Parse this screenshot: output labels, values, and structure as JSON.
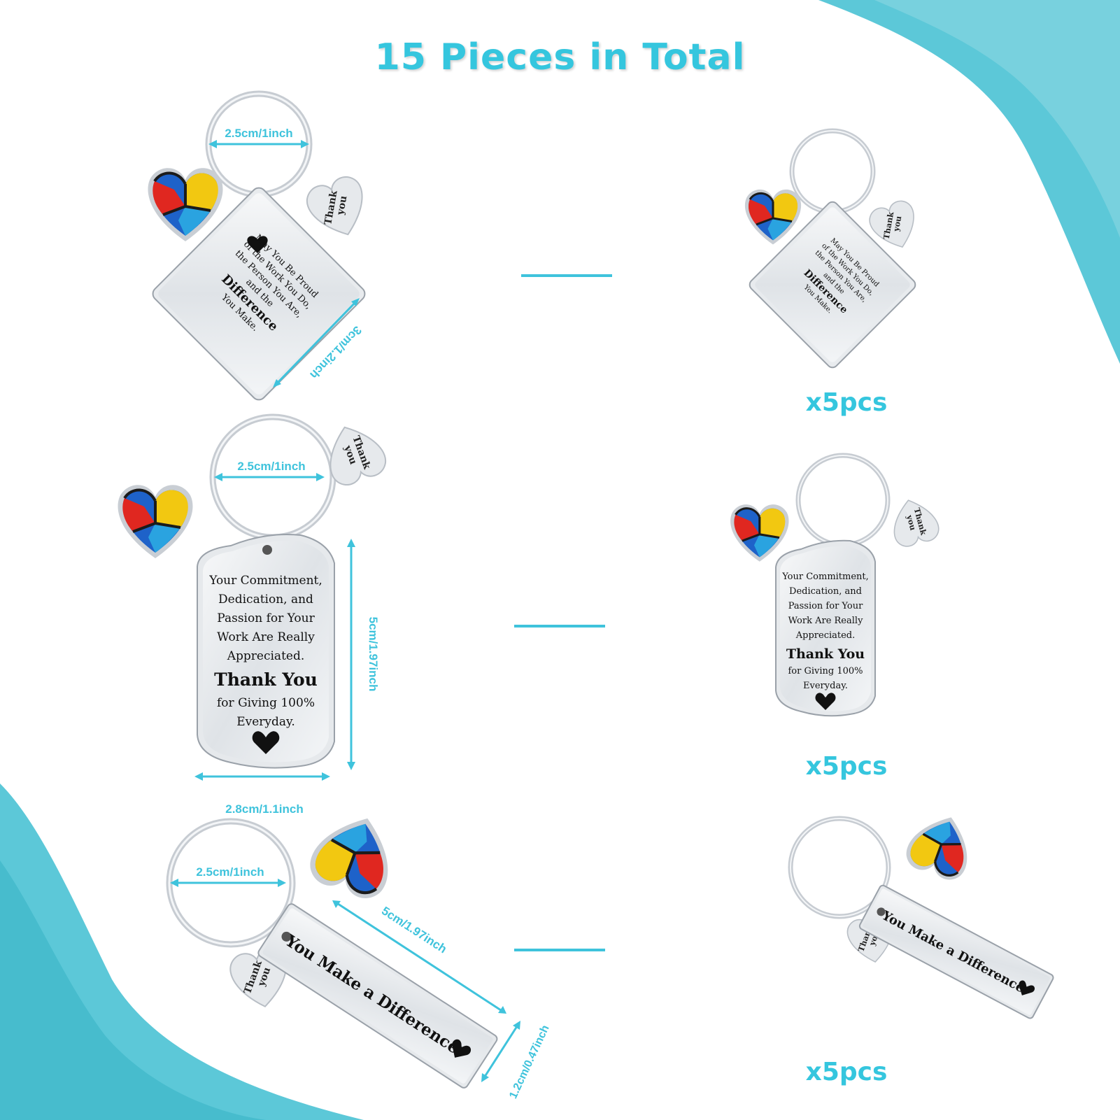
{
  "title": "15 Pieces in Total",
  "colors": {
    "accent": "#3fc3dc",
    "wave": "#5cc8d8",
    "metal": "#d9dde2"
  },
  "items": [
    {
      "style": "diamond",
      "quantity": "x5pcs",
      "ring_dimension": "2.5cm/1inch",
      "tag_dimension_a": "3cm/1.2inch",
      "charm_text": [
        "Thank",
        "you"
      ],
      "tag_lines": [
        "May You Be Proud",
        "of the Work You Do,",
        "the Person You Are,",
        "and the"
      ],
      "tag_emphasis": "Difference",
      "tag_closing": "You Make."
    },
    {
      "style": "dogtag",
      "quantity": "x5pcs",
      "ring_dimension": "2.5cm/1inch",
      "tag_dimension_a": "5cm/1.97inch",
      "tag_dimension_b": "2.8cm/1.1inch",
      "charm_text": [
        "Thank",
        "you"
      ],
      "tag_lines": [
        "Your Commitment,",
        "Dedication, and",
        "Passion for Your",
        "Work Are Really",
        "Appreciated."
      ],
      "tag_emphasis": "Thank You",
      "tag_closing_lines": [
        "for Giving 100%",
        "Everyday."
      ]
    },
    {
      "style": "bar",
      "quantity": "x5pcs",
      "ring_dimension": "2.5cm/1inch",
      "tag_dimension_a": "5cm/1.97inch",
      "tag_dimension_b": "1.2cm/0.47inch",
      "charm_text": [
        "Thank",
        "you"
      ],
      "tag_text": "You Make a Difference"
    }
  ]
}
